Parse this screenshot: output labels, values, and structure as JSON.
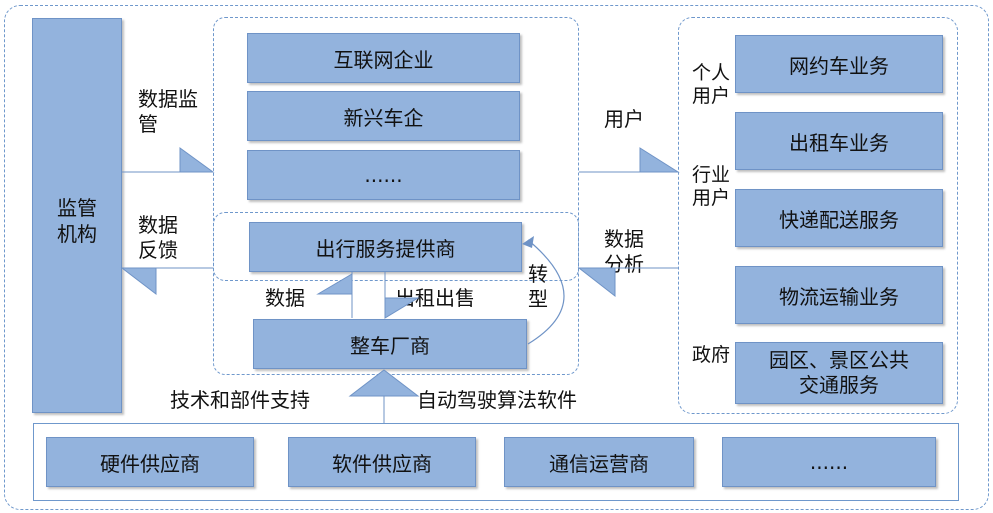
{
  "regulator": {
    "label": "监管\n机构"
  },
  "platform_group": {
    "items": [
      "互联网企业",
      "新兴车企",
      "......"
    ]
  },
  "provider_group": {
    "provider": "出行服务提供商",
    "oem": "整车厂商",
    "data_label": "数据",
    "rent_sell_label": "出租出售",
    "transform_label": "转\n型"
  },
  "left_flows": {
    "supervision": "数据监\n管",
    "feedback": "数据\n反馈"
  },
  "right_flows": {
    "users": "用户",
    "analysis": "数据\n分析"
  },
  "services": {
    "items": [
      "网约车业务",
      "出租车业务",
      "快递配送服务",
      "物流运输业务",
      "园区、景区公共\n交通服务"
    ],
    "user_types": [
      "个人\n用户",
      "行业\n用户",
      "政府"
    ]
  },
  "support": {
    "tech_label": "技术和部件支持",
    "algo_label": "自动驾驶算法软件"
  },
  "suppliers": {
    "items": [
      "硬件供应商",
      "软件供应商",
      "通信运营商",
      "......"
    ]
  }
}
